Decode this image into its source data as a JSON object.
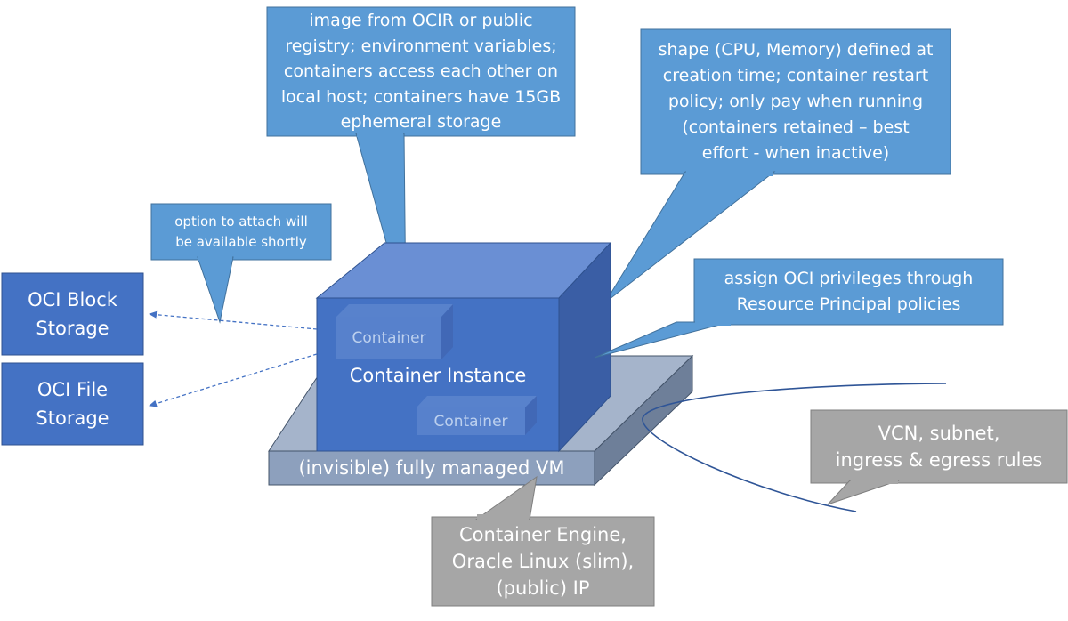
{
  "colors": {
    "callout_blue": "#5b9bd5",
    "storage_blue": "#4472c4",
    "cube_front": "#4472c4",
    "cube_top": "#6a8fd4",
    "cube_side": "#3a5ea5",
    "platform": "#8497b0",
    "gray_callout": "#a6a6a6",
    "curve": "#2f5597"
  },
  "storage": {
    "block": [
      "OCI Block",
      "Storage"
    ],
    "file": [
      "OCI File",
      "Storage"
    ]
  },
  "callouts": {
    "image": [
      "image from OCIR or public",
      "registry; environment variables;",
      "containers access each other on",
      "local host; containers have 15GB",
      "ephemeral storage"
    ],
    "shape": [
      "shape (CPU, Memory) defined at",
      "creation time; container restart",
      "policy; only pay when running",
      "(containers retained – best",
      "effort - when inactive)"
    ],
    "attach": [
      "option to attach will",
      "be available shortly"
    ],
    "privileges": [
      "assign OCI privileges through",
      "Resource Principal policies"
    ],
    "vcn": [
      "VCN, subnet,",
      "ingress & egress rules"
    ],
    "engine": [
      "Container Engine,",
      "Oracle Linux (slim),",
      "(public) IP"
    ]
  },
  "instance": {
    "title": "Container Instance",
    "container_top": "Container",
    "container_bottom": "Container",
    "vm_label": "(invisible) fully managed VM"
  }
}
